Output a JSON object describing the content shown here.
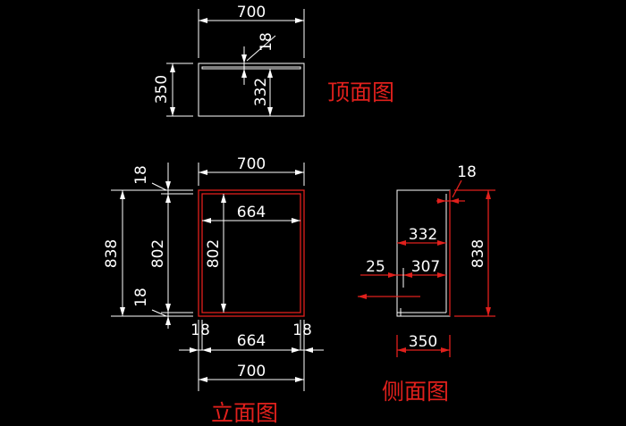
{
  "views": {
    "top": {
      "title": "顶面图",
      "width": "700",
      "depth": "350",
      "panel": "18",
      "inner": "332"
    },
    "front": {
      "title": "立面图",
      "width_top": "700",
      "inner_width": "664",
      "height": "838",
      "inner_height_outer": "802",
      "inner_height": "802",
      "panel_top": "18",
      "panel_bottom": "18",
      "left_panel": "18",
      "right_panel": "18",
      "bottom_inner": "664",
      "bottom_width": "700"
    },
    "side": {
      "title": "侧面图",
      "panel": "18",
      "inner_depth": "332",
      "offset": "25",
      "shelf_depth": "307",
      "height": "838",
      "depth": "350"
    }
  },
  "colors": {
    "background": "#000000",
    "dimension": "#ffffff",
    "outline": "#e0201c"
  }
}
